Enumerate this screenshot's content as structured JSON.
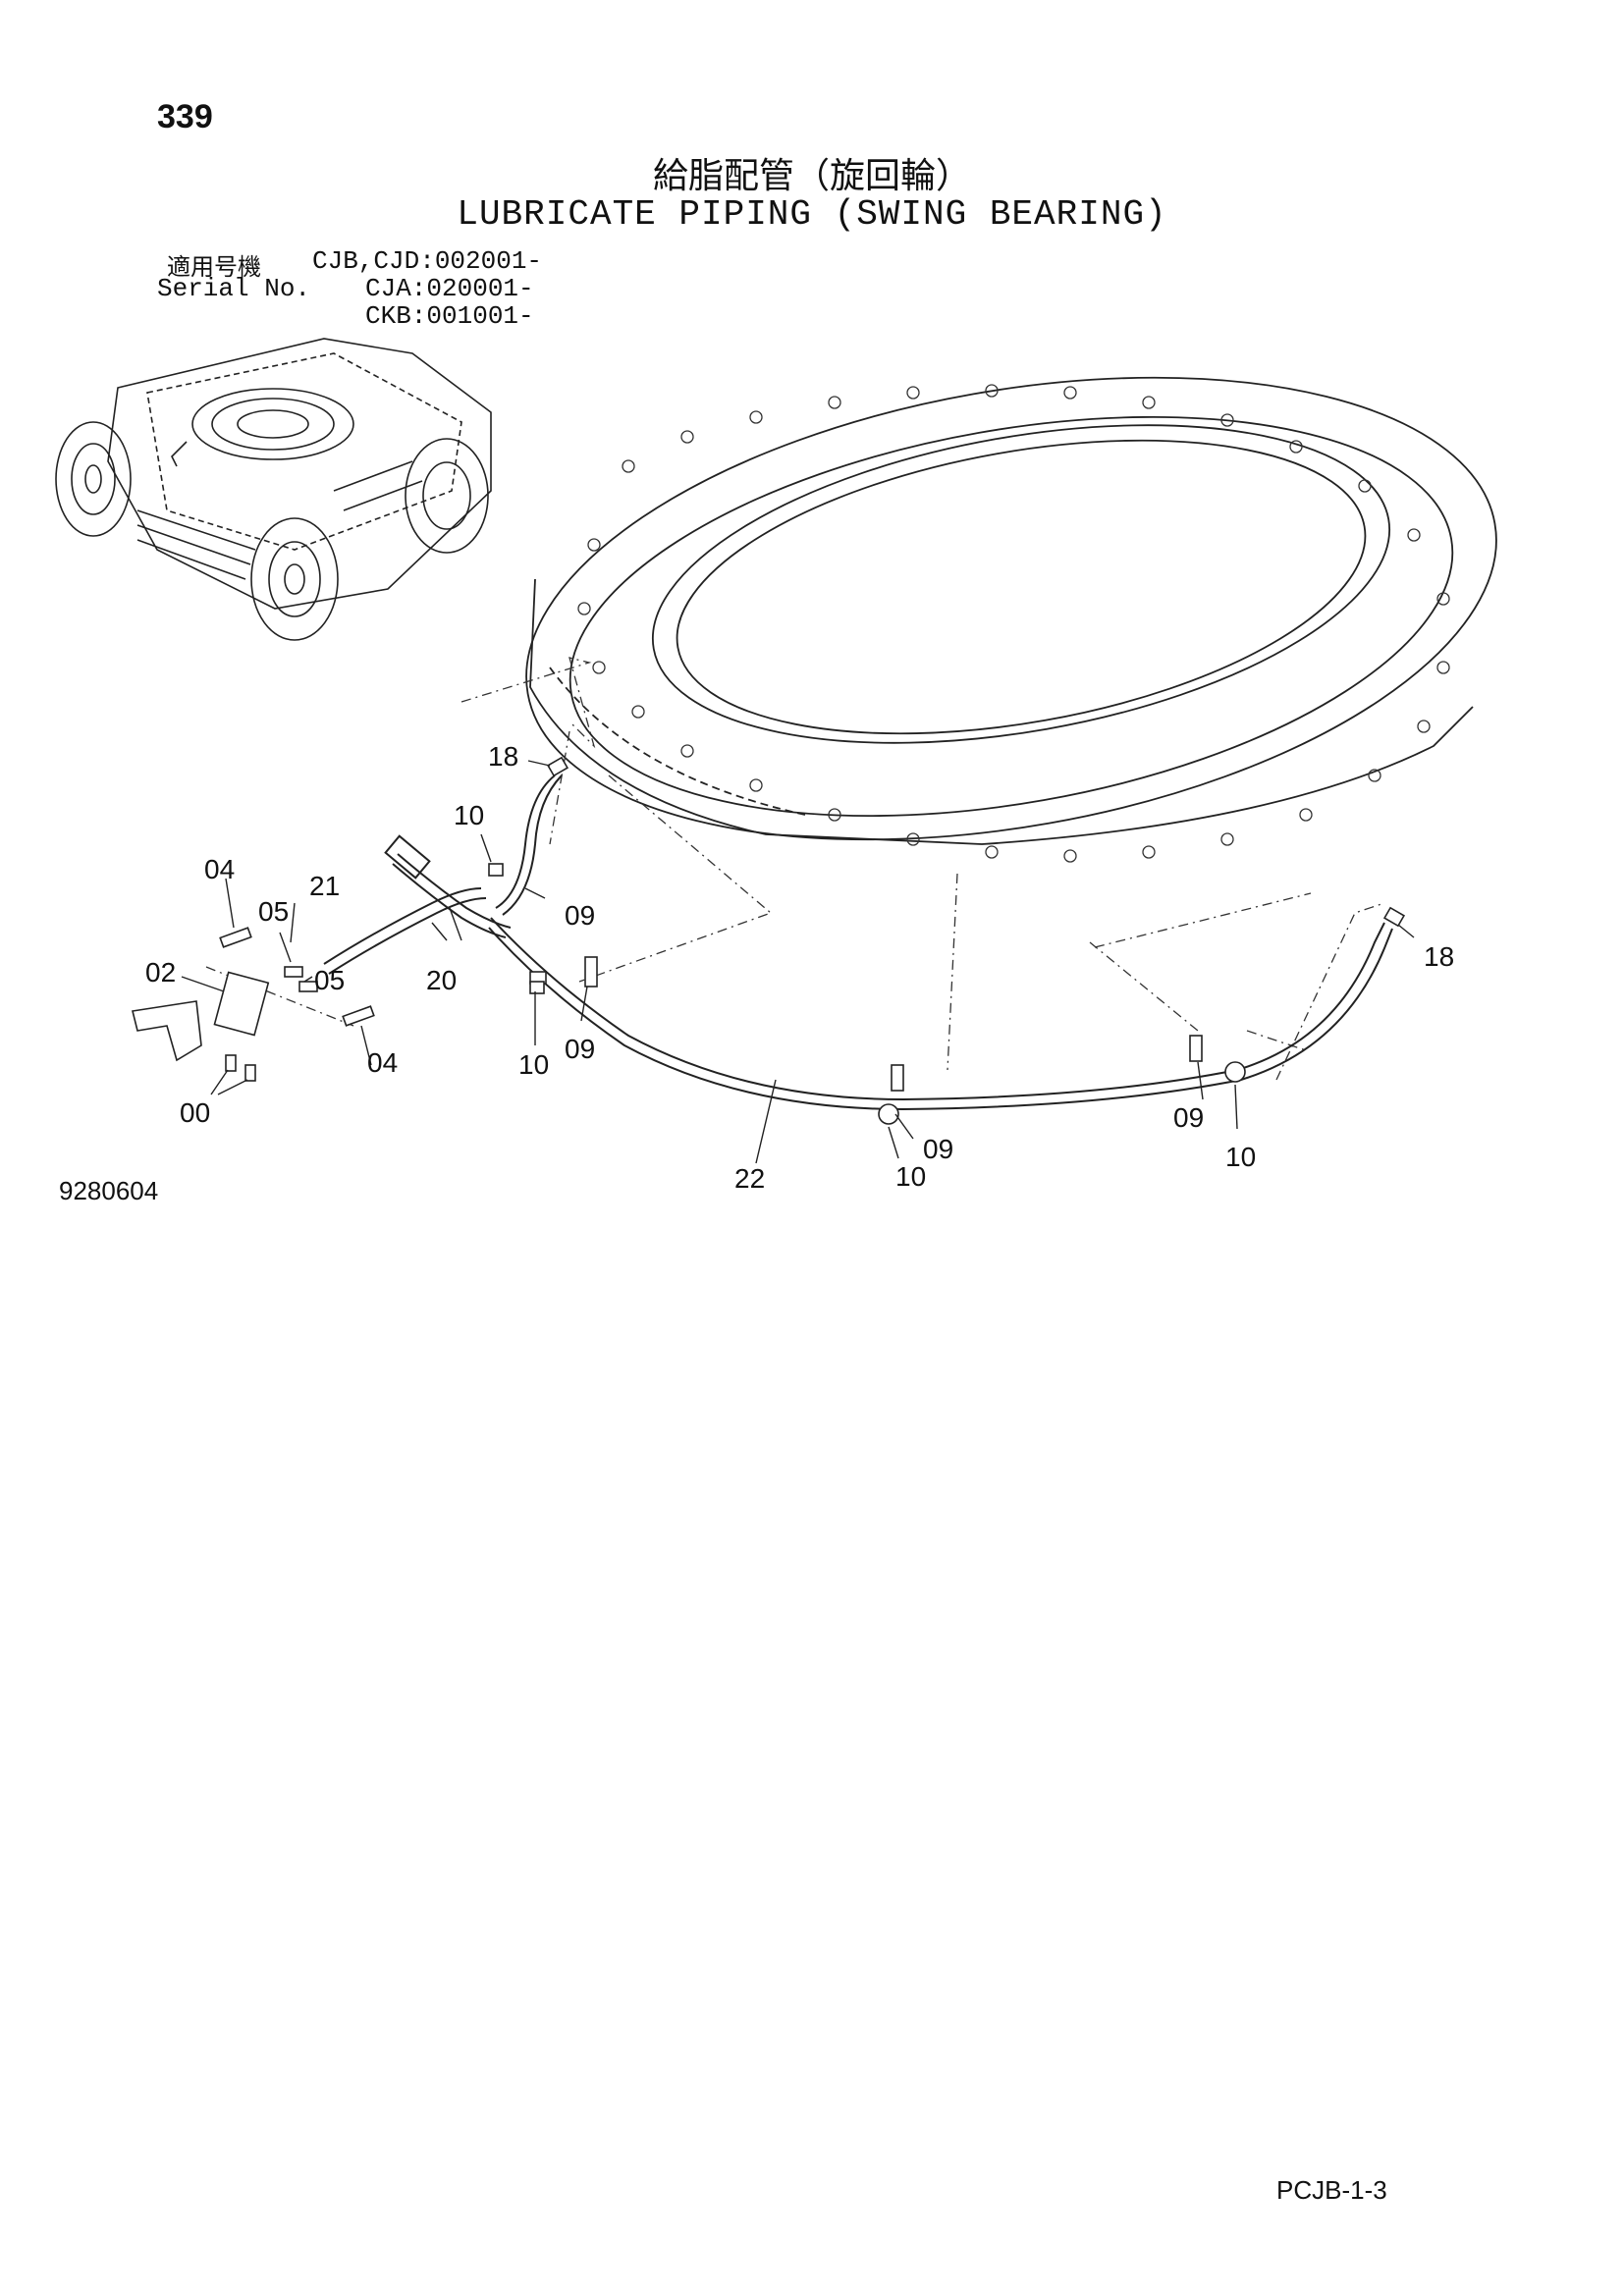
{
  "header": {
    "page_number": "339",
    "title_jp": "給脂配管（旋回輪）",
    "title_en": "LUBRICATE PIPING (SWING BEARING)"
  },
  "serial": {
    "label_jp": "適用号機",
    "label_en": "Serial No.",
    "ranges": [
      "CJB,CJD:002001-",
      "CJA:020001-",
      "CKB:001001-"
    ]
  },
  "callouts": {
    "c18a": "18",
    "c10a": "10",
    "c09a": "09",
    "c04a": "04",
    "c21": "21",
    "c05a": "05",
    "c02": "02",
    "c05b": "05",
    "c20": "20",
    "c10b": "10",
    "c09b": "09",
    "c04b": "04",
    "c00": "00",
    "c22": "22",
    "c09c": "09",
    "c10c": "10",
    "c09d": "09",
    "c10d": "10",
    "c18b": "18"
  },
  "footer": {
    "drawing_number": "9280604",
    "page_code": "PCJB-1-3"
  }
}
